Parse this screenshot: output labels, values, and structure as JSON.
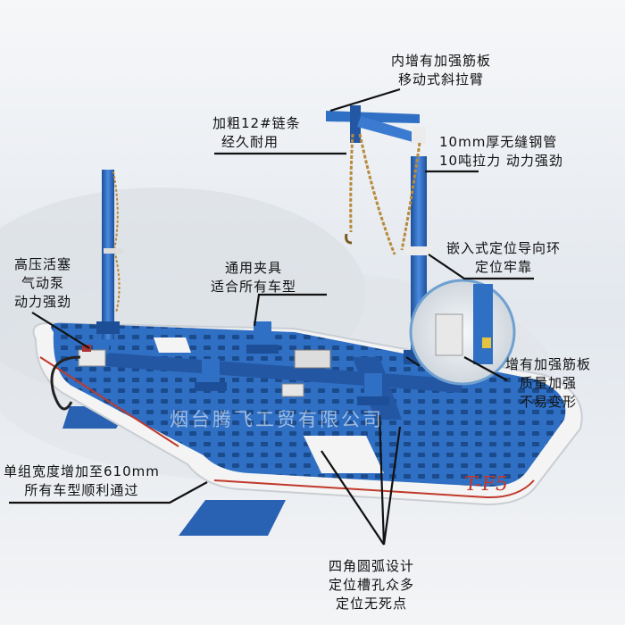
{
  "annotations": {
    "arm": {
      "line1": "内增有加强筋板",
      "line2": "移动式斜拉臂"
    },
    "chain": {
      "line1": "加粗12#链条",
      "line2": "经久耐用"
    },
    "tube": {
      "line1": "10mm厚无缝钢管",
      "line2": "10吨拉力  动力强劲"
    },
    "pump": {
      "line1": "高压活塞",
      "line2": "气动泵",
      "line3": "动力强劲"
    },
    "clamp": {
      "line1": "通用夹具",
      "line2": "适合所有车型"
    },
    "ring": {
      "line1": "嵌入式定位导向环",
      "line2": "定位牢靠"
    },
    "rib": {
      "line1": "增有加强筋板",
      "line2": "质量加强",
      "line3": "不易变形"
    },
    "width": {
      "line1": "单组宽度增加至610mm",
      "line2": "所有车型顺利通过"
    },
    "corner": {
      "line1": "四角圆弧设计",
      "line2": "定位槽孔众多",
      "line3": "定位无死点"
    }
  },
  "watermark": "烟台腾飞工贸有限公司",
  "model_label": "T-F5",
  "colors": {
    "frame_blue": "#2f6fc4",
    "dark_blue": "#1d4f98",
    "stripe_red": "#c0392b",
    "chain_gold": "#b98a3a",
    "line_black": "#111111"
  }
}
